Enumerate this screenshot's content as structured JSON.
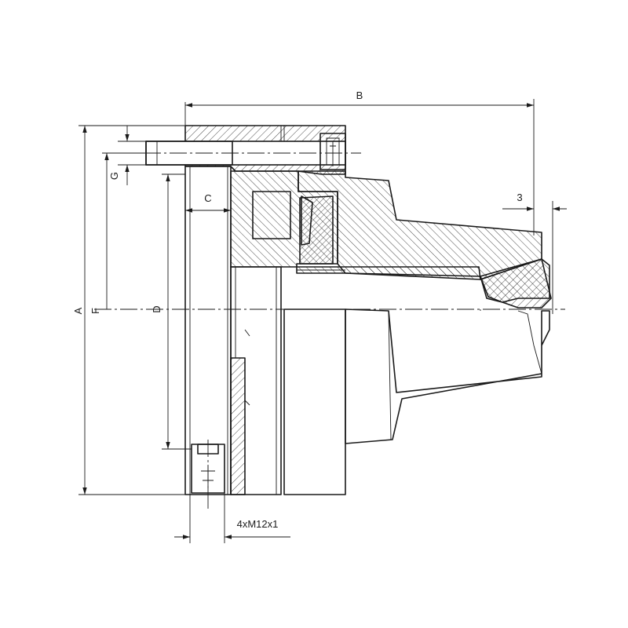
{
  "drawing": {
    "dimensions": {
      "A": "A",
      "B": "B",
      "C": "C",
      "D": "D",
      "F": "F",
      "G": "G",
      "offset": "3",
      "thread": "4xM12x1"
    }
  }
}
